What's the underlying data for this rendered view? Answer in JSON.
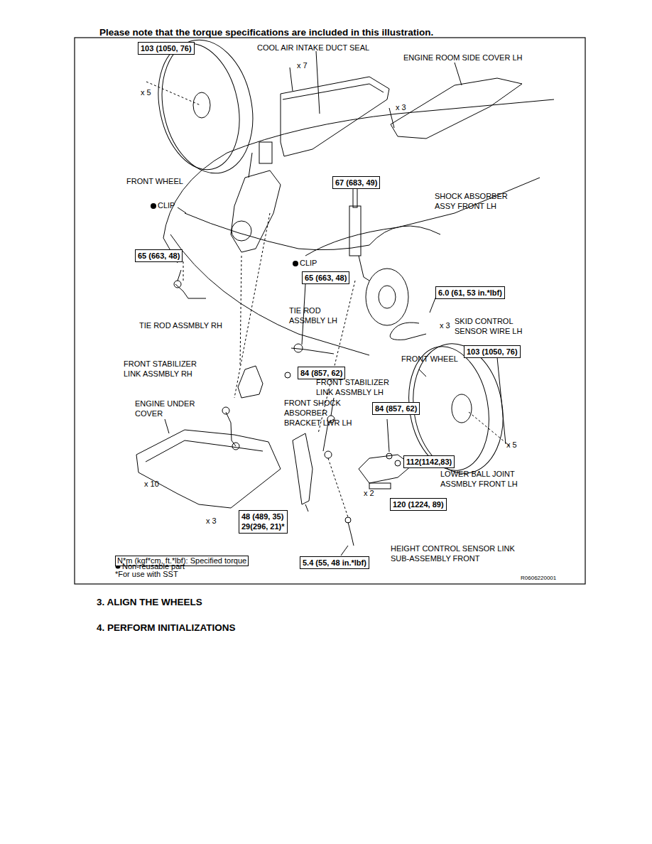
{
  "diagram": {
    "title": "Please note that the torque specifications are included in this illustration.",
    "nodes": [
      {
        "text": [
          "103 (1050, 76)"
        ]
      },
      {
        "text": [
          "67 (683, 49)"
        ]
      },
      {
        "text": [
          "65 (663, 48)"
        ]
      },
      {
        "text": [
          "65 (663, 48)"
        ]
      },
      {
        "text": [
          "6.0 (61, 53 in.*lbf)"
        ]
      },
      {
        "text": [
          "103 (1050, 76)"
        ]
      },
      {
        "text": [
          "84 (857, 62)"
        ]
      },
      {
        "text": [
          "84 (857, 62)"
        ]
      },
      {
        "text": [
          "112(1142,83)"
        ]
      },
      {
        "text": [
          "120 (1224, 89)"
        ]
      },
      {
        "text": [
          "48 (489, 35)",
          "29(296, 21)*"
        ]
      },
      {
        "text": [
          "5.4 (55, 48 in.*lbf)"
        ]
      }
    ],
    "labels": [
      "COOL AIR INTAKE DUCT SEAL",
      "x 7",
      "ENGINE ROOM SIDE COVER LH",
      "x 3",
      "x 5",
      "FRONT WHEEL",
      "CLIP",
      "SHOCK ABSORBER ASSY FRONT LH",
      "CLIP",
      "TIE ROD ASSMBLY RH",
      "TIE ROD ASSMBLY LH",
      "x 3",
      "SKID CONTROL SENSOR WIRE LH",
      "FRONT STABILIZER LINK ASSMBLY RH",
      "FRONT WHEEL",
      "FRONT STABILIZER LINK ASSMBLY LH",
      "ENGINE UNDER COVER",
      "FRONT SHOCK ABSORBER BRACKET LWR LH",
      "x 5",
      "LOWER BALL JOINT ASSMBLY FRONT LH",
      "x 10",
      "x 2",
      "x 3",
      "HEIGHT CONTROL SENSOR LINK SUB-ASSEMBLY FRONT",
      "R0606220001",
      "3. ALIGN THE WHEELS",
      "4. PERFORM INITIALIZATIONS"
    ],
    "legend": [
      {
        "text": "N*m (kgf*cm, ft.*lbf): Specified torque"
      },
      {
        "text": "Non-reusable part"
      },
      {
        "text": "*For use with SST"
      }
    ]
  }
}
